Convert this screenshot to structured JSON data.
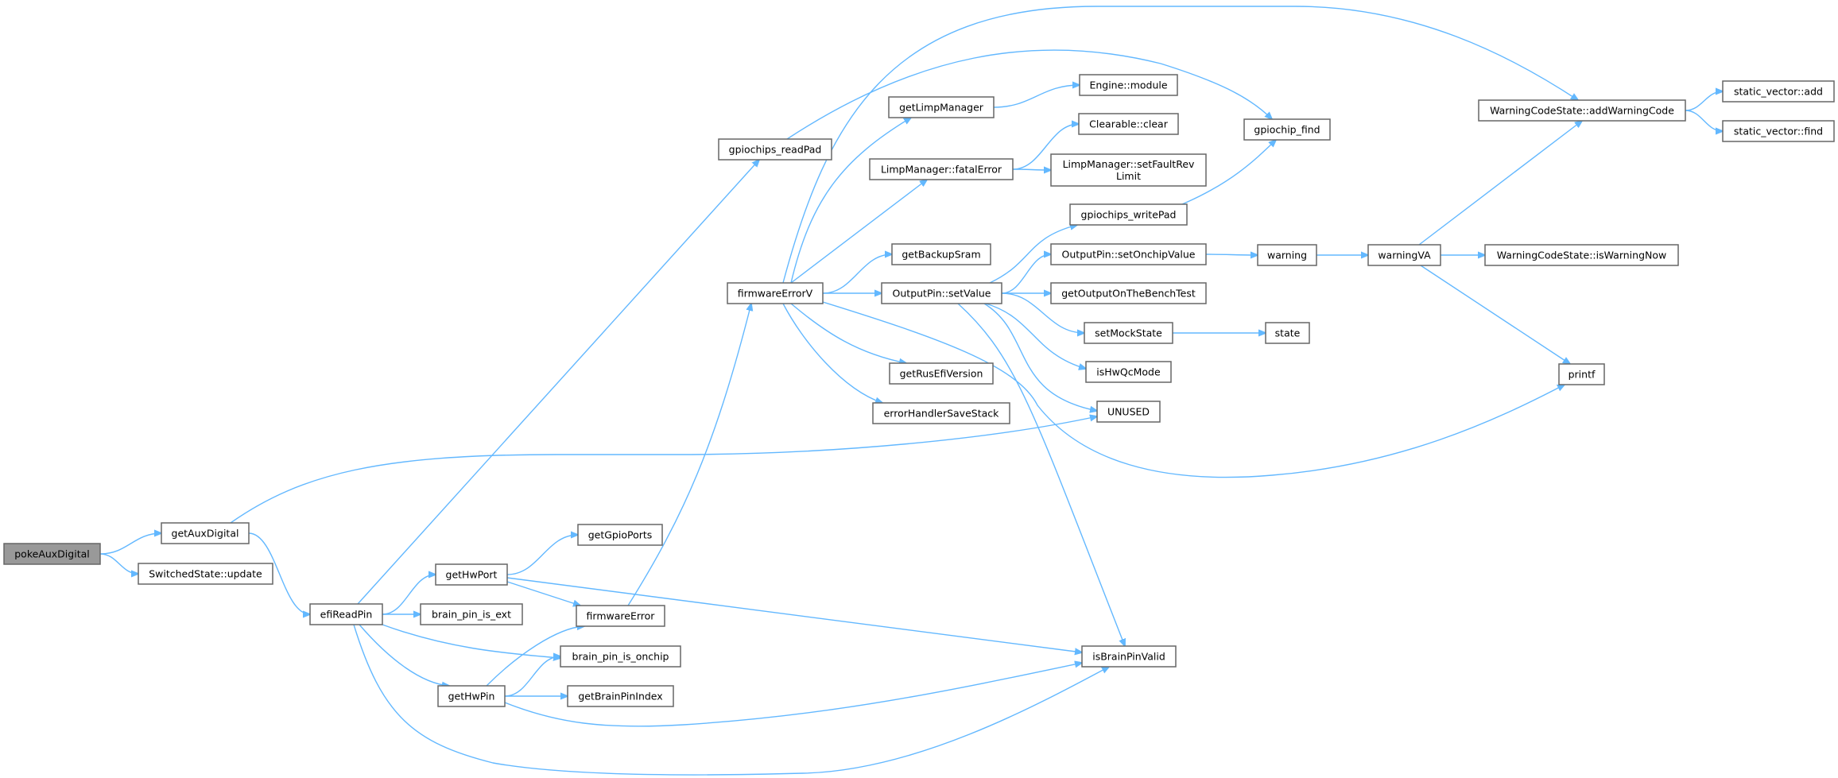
{
  "graph_type": "call-graph",
  "colors": {
    "edge": "#63b8ff",
    "node_border": "#666666",
    "root_fill": "#999999",
    "node_fill": "#ffffff"
  },
  "nodes": {
    "pokeAuxDigital": {
      "label": [
        "pokeAuxDigital"
      ],
      "root": true
    },
    "getAuxDigital": {
      "label": [
        "getAuxDigital"
      ]
    },
    "switchedStateUpdate": {
      "label": [
        "SwitchedState::update"
      ]
    },
    "efiReadPin": {
      "label": [
        "efiReadPin"
      ]
    },
    "getHwPort": {
      "label": [
        "getHwPort"
      ]
    },
    "brainPinIsExt": {
      "label": [
        "brain_pin_is_ext"
      ]
    },
    "getHwPin": {
      "label": [
        "getHwPin"
      ]
    },
    "getGpioPorts": {
      "label": [
        "getGpioPorts"
      ]
    },
    "firmwareError": {
      "label": [
        "firmwareError"
      ]
    },
    "brainPinIsOnchip": {
      "label": [
        "brain_pin_is_onchip"
      ]
    },
    "getBrainPinIndex": {
      "label": [
        "getBrainPinIndex"
      ]
    },
    "gpiochipsReadPad": {
      "label": [
        "gpiochips_readPad"
      ]
    },
    "firmwareErrorV": {
      "label": [
        "firmwareErrorV"
      ]
    },
    "getLimpManager": {
      "label": [
        "getLimpManager"
      ]
    },
    "engineModule": {
      "label": [
        "Engine::module"
      ]
    },
    "clearableClear": {
      "label": [
        "Clearable::clear"
      ]
    },
    "limpFatalError": {
      "label": [
        "LimpManager::fatalError"
      ]
    },
    "limpSetFaultRevLimit": {
      "label": [
        "LimpManager::setFaultRev",
        "Limit"
      ]
    },
    "gpiochipFind": {
      "label": [
        "gpiochip_find"
      ]
    },
    "gpiochipsWritePad": {
      "label": [
        "gpiochips_writePad"
      ]
    },
    "getBackupSram": {
      "label": [
        "getBackupSram"
      ]
    },
    "outputPinSetValue": {
      "label": [
        "OutputPin::setValue"
      ]
    },
    "outputPinSetOnchipValue": {
      "label": [
        "OutputPin::setOnchipValue"
      ]
    },
    "getOutputOnTheBenchTest": {
      "label": [
        "getOutputOnTheBenchTest"
      ]
    },
    "warning": {
      "label": [
        "warning"
      ]
    },
    "setMockState": {
      "label": [
        "setMockState"
      ]
    },
    "state": {
      "label": [
        "state"
      ]
    },
    "isHwQcMode": {
      "label": [
        "isHwQcMode"
      ]
    },
    "getRusEfiVersion": {
      "label": [
        "getRusEfiVersion"
      ]
    },
    "errorHandlerSaveStack": {
      "label": [
        "errorHandlerSaveStack"
      ]
    },
    "unused": {
      "label": [
        "UNUSED"
      ]
    },
    "isBrainPinValid": {
      "label": [
        "isBrainPinValid"
      ]
    },
    "addWarningCode": {
      "label": [
        "WarningCodeState::addWarningCode"
      ]
    },
    "staticVectorAdd": {
      "label": [
        "static_vector::add"
      ]
    },
    "staticVectorFind": {
      "label": [
        "static_vector::find"
      ]
    },
    "warningVA": {
      "label": [
        "warningVA"
      ]
    },
    "isWarningNow": {
      "label": [
        "WarningCodeState::isWarningNow"
      ]
    },
    "printf": {
      "label": [
        "printf"
      ]
    }
  },
  "edges": [
    [
      "pokeAuxDigital",
      "getAuxDigital"
    ],
    [
      "pokeAuxDigital",
      "switchedStateUpdate"
    ],
    [
      "getAuxDigital",
      "efiReadPin"
    ],
    [
      "getAuxDigital",
      "unused"
    ],
    [
      "efiReadPin",
      "gpiochipsReadPad"
    ],
    [
      "efiReadPin",
      "getHwPort"
    ],
    [
      "efiReadPin",
      "brainPinIsExt"
    ],
    [
      "efiReadPin",
      "brainPinIsOnchip"
    ],
    [
      "efiReadPin",
      "getHwPin"
    ],
    [
      "efiReadPin",
      "isBrainPinValid"
    ],
    [
      "getHwPort",
      "getGpioPorts"
    ],
    [
      "getHwPort",
      "firmwareError"
    ],
    [
      "getHwPort",
      "isBrainPinValid"
    ],
    [
      "getHwPin",
      "firmwareError"
    ],
    [
      "getHwPin",
      "brainPinIsOnchip"
    ],
    [
      "getHwPin",
      "getBrainPinIndex"
    ],
    [
      "getHwPin",
      "isBrainPinValid"
    ],
    [
      "firmwareError",
      "firmwareErrorV"
    ],
    [
      "gpiochipsReadPad",
      "gpiochipFind"
    ],
    [
      "firmwareErrorV",
      "addWarningCode"
    ],
    [
      "firmwareErrorV",
      "getLimpManager"
    ],
    [
      "firmwareErrorV",
      "limpFatalError"
    ],
    [
      "firmwareErrorV",
      "getBackupSram"
    ],
    [
      "firmwareErrorV",
      "outputPinSetValue"
    ],
    [
      "firmwareErrorV",
      "getRusEfiVersion"
    ],
    [
      "firmwareErrorV",
      "errorHandlerSaveStack"
    ],
    [
      "firmwareErrorV",
      "printf"
    ],
    [
      "getLimpManager",
      "engineModule"
    ],
    [
      "limpFatalError",
      "clearableClear"
    ],
    [
      "limpFatalError",
      "limpSetFaultRevLimit"
    ],
    [
      "outputPinSetValue",
      "gpiochipsWritePad"
    ],
    [
      "outputPinSetValue",
      "outputPinSetOnchipValue"
    ],
    [
      "outputPinSetValue",
      "getOutputOnTheBenchTest"
    ],
    [
      "outputPinSetValue",
      "setMockState"
    ],
    [
      "outputPinSetValue",
      "isHwQcMode"
    ],
    [
      "outputPinSetValue",
      "unused"
    ],
    [
      "outputPinSetValue",
      "isBrainPinValid"
    ],
    [
      "gpiochipsWritePad",
      "gpiochipFind"
    ],
    [
      "outputPinSetOnchipValue",
      "warning"
    ],
    [
      "warning",
      "warningVA"
    ],
    [
      "setMockState",
      "state"
    ],
    [
      "warningVA",
      "addWarningCode"
    ],
    [
      "warningVA",
      "isWarningNow"
    ],
    [
      "warningVA",
      "printf"
    ],
    [
      "addWarningCode",
      "staticVectorAdd"
    ],
    [
      "addWarningCode",
      "staticVectorFind"
    ]
  ]
}
